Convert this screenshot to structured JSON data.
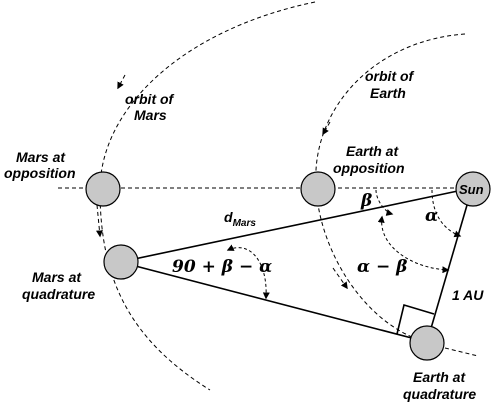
{
  "labels": {
    "orbit_mars": [
      "orbit of",
      "Mars"
    ],
    "orbit_earth": [
      "orbit of",
      "Earth"
    ],
    "mars_opposition": [
      "Mars at",
      "opposition"
    ],
    "earth_opposition": [
      "Earth at",
      "opposition"
    ],
    "sun": "Sun",
    "mars_quadrature": [
      "Mars at",
      "quadrature"
    ],
    "earth_quadrature": [
      "Earth at",
      "quadrature"
    ],
    "d_mars_main": "d",
    "d_mars_sub": "Mars",
    "beta": "β",
    "alpha": "α",
    "alpha_minus_beta": "α − β",
    "angle_90": "90 + β − α",
    "au": "1 AU"
  },
  "colors": {
    "planet_fill": "#c8c8c8",
    "line": "#000000"
  }
}
